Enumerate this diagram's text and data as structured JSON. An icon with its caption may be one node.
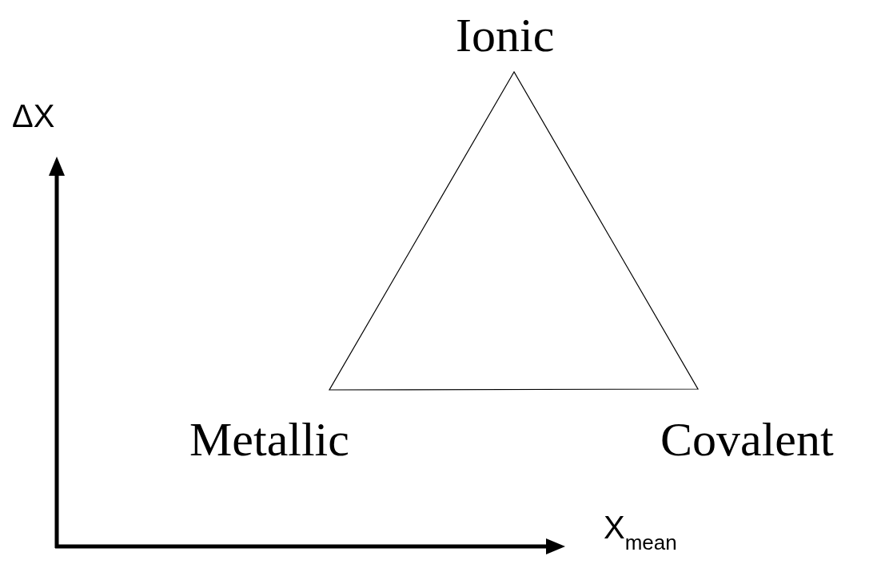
{
  "diagram": {
    "nodes": [
      {
        "text": [],
        "shape": "triangle",
        "beside": [
          "Ionic",
          "Metallic",
          "Covalent"
        ]
      }
    ],
    "labels": [
      "ΔX",
      "X$_{mean}$"
    ]
  }
}
